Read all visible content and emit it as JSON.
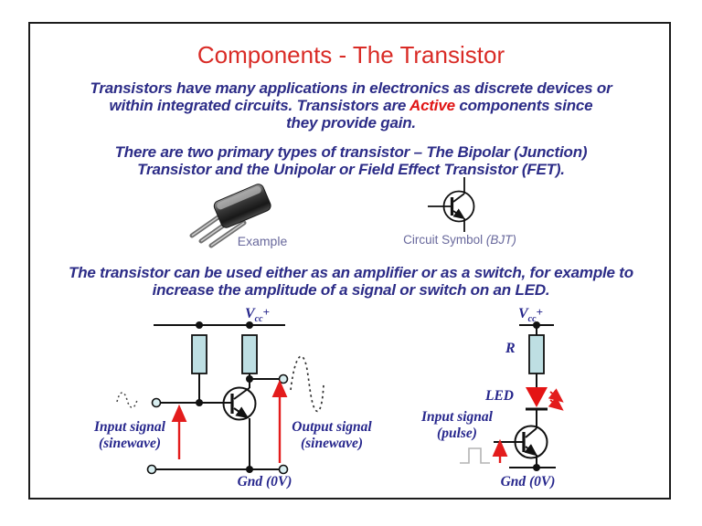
{
  "colors": {
    "title_red": "#d92b26",
    "body_navy": "#2c2c87",
    "highlight_red": "#e01414",
    "diagram_navy": "#26268c",
    "caption_slate": "#68689c",
    "resistor_fill": "#bedfe3",
    "wire_black": "#111111",
    "arrow_red": "#e31c1c",
    "led_red": "#e41414"
  },
  "slide": {
    "title": "Components - The Transistor",
    "intro": {
      "line1": "Transistors have many applications in electronics as discrete devices or",
      "line2_pre": "within integrated circuits. Transistors are ",
      "line2_highlight": "Active",
      "line2_post": " components since",
      "line3": "they provide gain."
    },
    "types": {
      "line1": "There are two primary types of transistor – The Bipolar (Junction)",
      "line2": "Transistor and the Unipolar or Field Effect Transistor (FET)."
    },
    "figures": {
      "example_label": "Example",
      "symbol_label": "Circuit Symbol ",
      "symbol_label_suffix": "(BJT)"
    },
    "usage": {
      "line1": "The transistor can be used either as an amplifier or as a switch, for example to",
      "line2": "increase the amplitude of a signal or switch on an LED."
    },
    "amplifier_circuit": {
      "vcc_v": "V",
      "vcc_sub": "cc",
      "vcc_plus": "+",
      "input_line1": "Input signal",
      "input_line2": "(sinewave)",
      "output_line1": "Output signal",
      "output_line2": "(sinewave)",
      "gnd": "Gnd (0V)"
    },
    "switch_circuit": {
      "vcc_v": "V",
      "vcc_sub": "cc",
      "vcc_plus": "+",
      "resistor_label": "R",
      "led_label": "LED",
      "input_line1": "Input signal",
      "input_line2": "(pulse)",
      "gnd": "Gnd (0V)"
    }
  }
}
